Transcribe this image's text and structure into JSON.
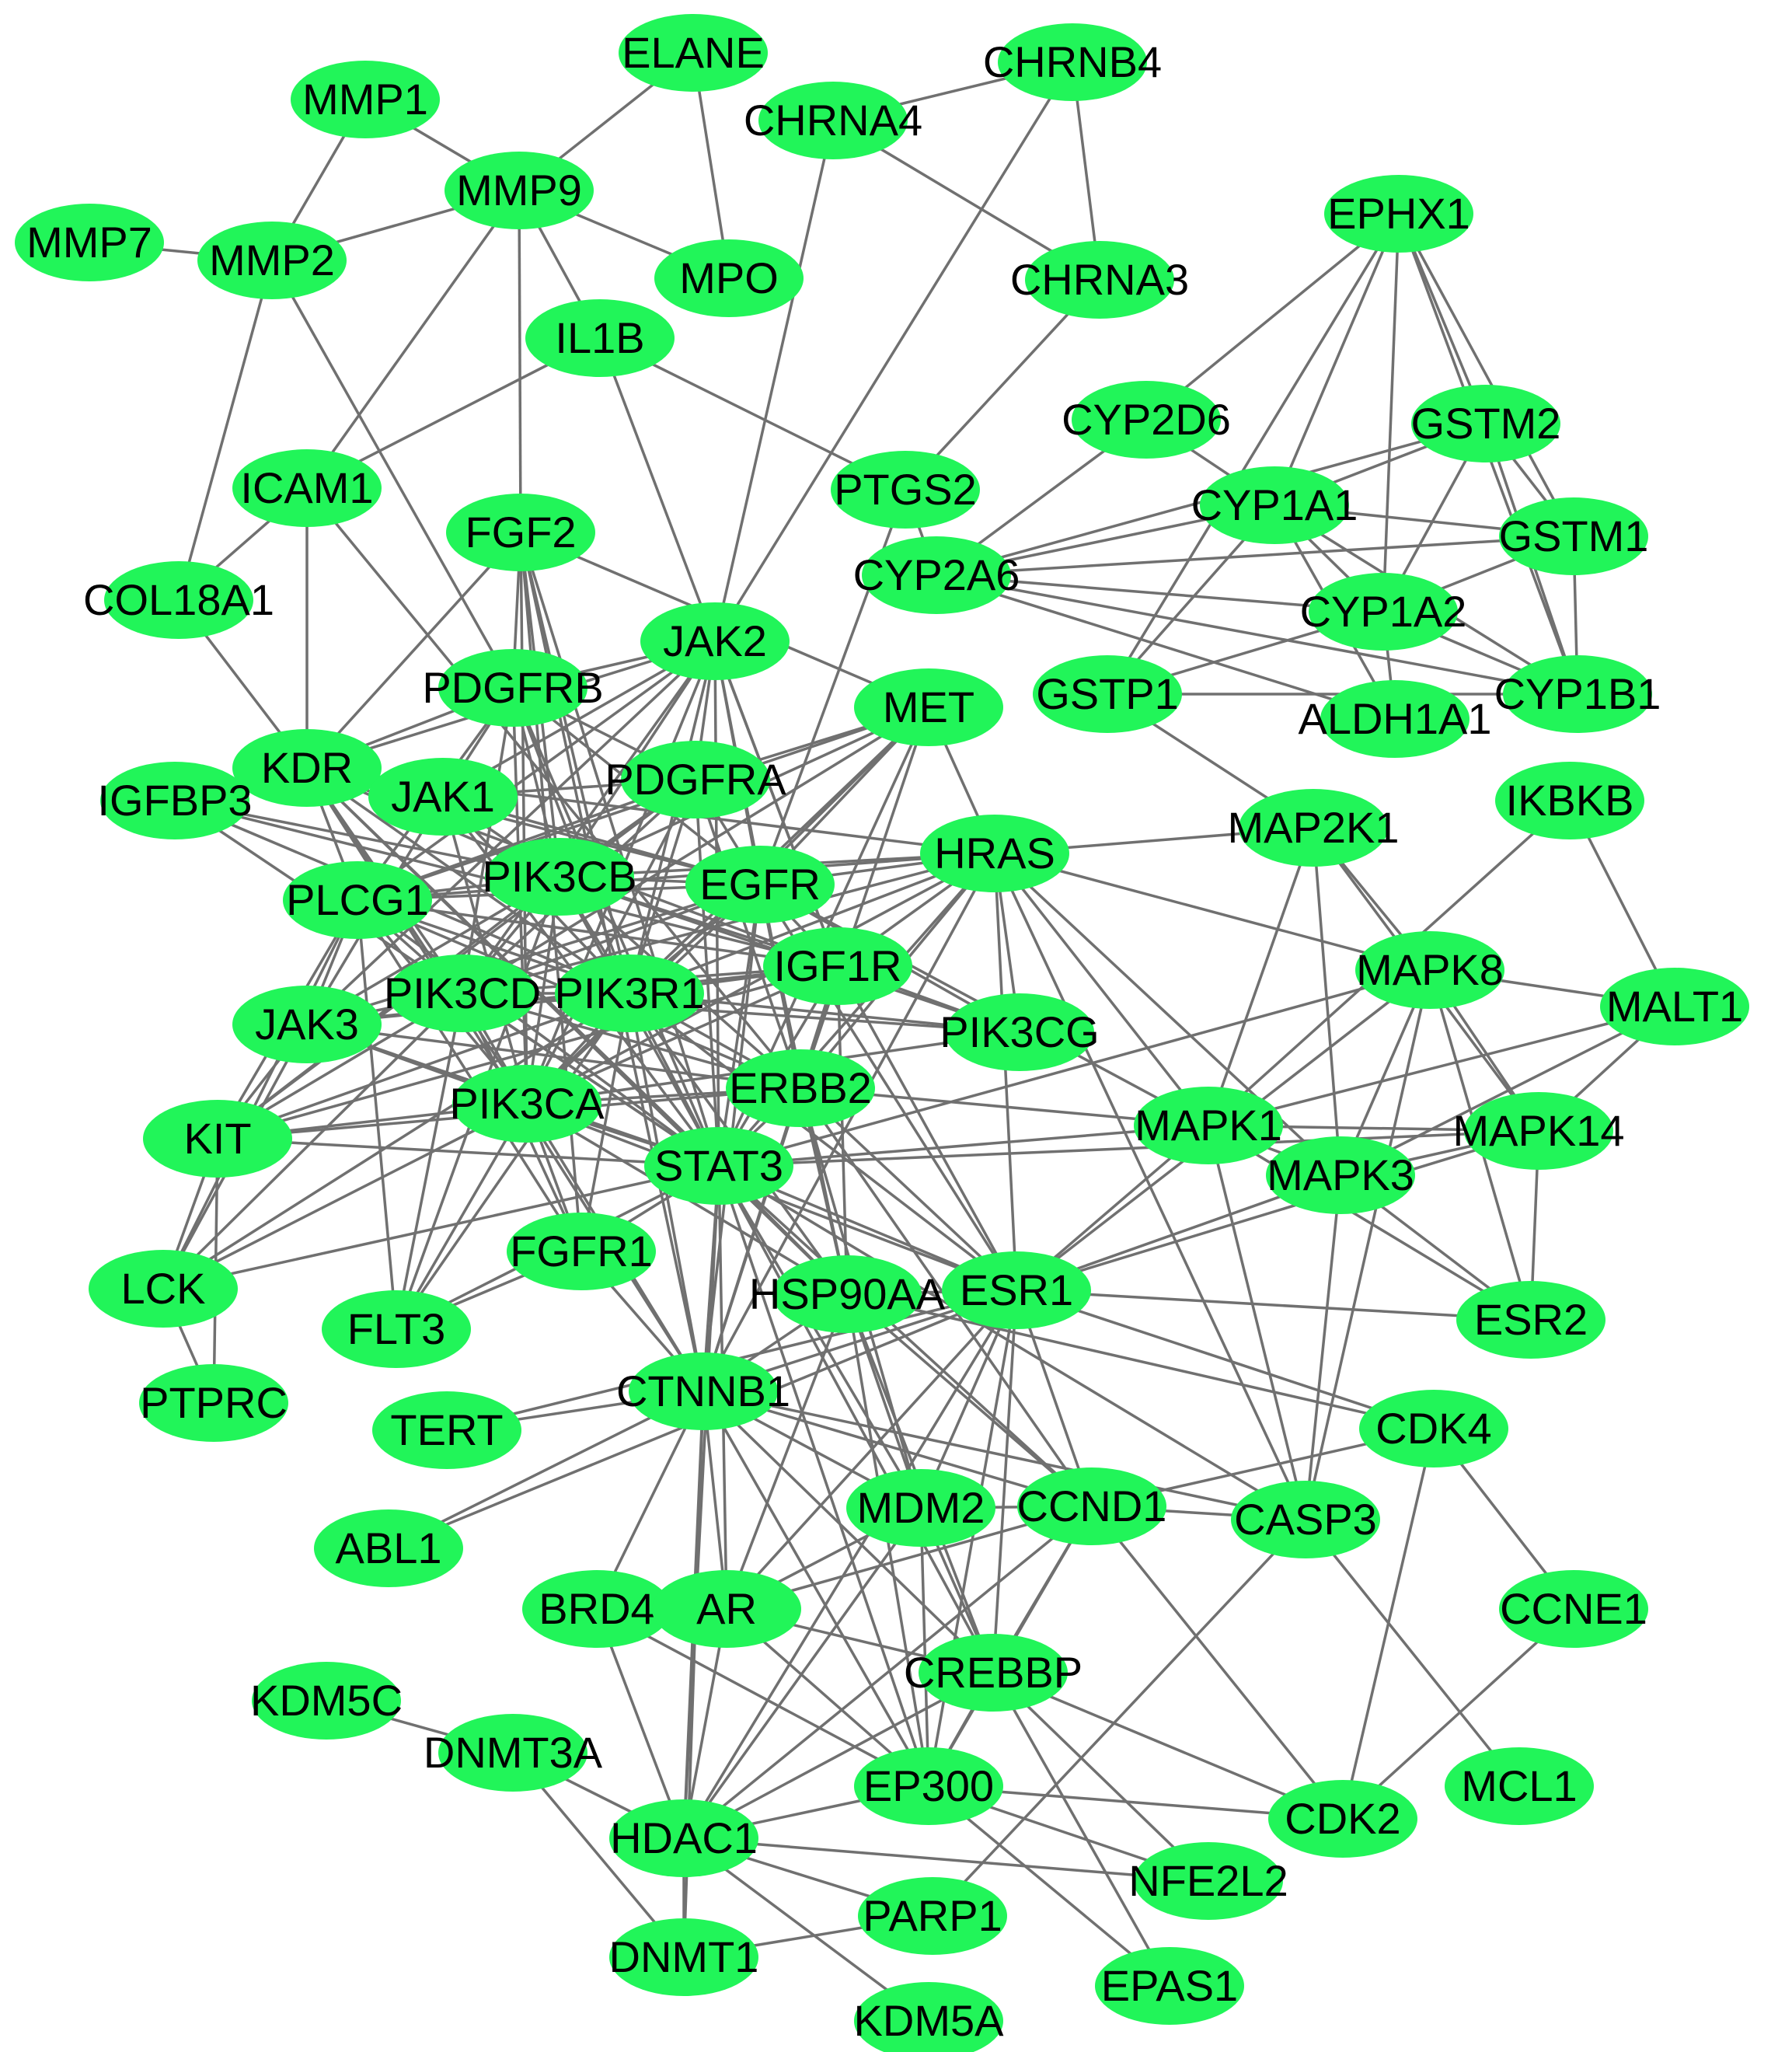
{
  "colors": {
    "node_fill": "#21f559",
    "edge": "#707070",
    "label": "#000000",
    "background": "#ffffff"
  },
  "nodes": [
    {
      "id": "MMP1",
      "label": "MMP1"
    },
    {
      "id": "ELANE",
      "label": "ELANE"
    },
    {
      "id": "CHRNB4",
      "label": "CHRNB4"
    },
    {
      "id": "CHRNA4",
      "label": "CHRNA4"
    },
    {
      "id": "MMP9",
      "label": "MMP9"
    },
    {
      "id": "MMP7",
      "label": "MMP7"
    },
    {
      "id": "MMP2",
      "label": "MMP2"
    },
    {
      "id": "MPO",
      "label": "MPO"
    },
    {
      "id": "CHRNA3",
      "label": "CHRNA3"
    },
    {
      "id": "EPHX1",
      "label": "EPHX1"
    },
    {
      "id": "IL1B",
      "label": "IL1B"
    },
    {
      "id": "CYP2D6",
      "label": "CYP2D6"
    },
    {
      "id": "GSTM2",
      "label": "GSTM2"
    },
    {
      "id": "ICAM1",
      "label": "ICAM1"
    },
    {
      "id": "PTGS2",
      "label": "PTGS2"
    },
    {
      "id": "CYP1A1",
      "label": "CYP1A1"
    },
    {
      "id": "FGF2",
      "label": "FGF2"
    },
    {
      "id": "GSTM1",
      "label": "GSTM1"
    },
    {
      "id": "CYP2A6",
      "label": "CYP2A6"
    },
    {
      "id": "COL18A1",
      "label": "COL18A1"
    },
    {
      "id": "CYP1A2",
      "label": "CYP1A2"
    },
    {
      "id": "JAK2",
      "label": "JAK2"
    },
    {
      "id": "MET",
      "label": "MET"
    },
    {
      "id": "PDGFRB",
      "label": "PDGFRB"
    },
    {
      "id": "GSTP1",
      "label": "GSTP1"
    },
    {
      "id": "CYP1B1",
      "label": "CYP1B1"
    },
    {
      "id": "ALDH1A1",
      "label": "ALDH1A1"
    },
    {
      "id": "KDR",
      "label": "KDR"
    },
    {
      "id": "JAK1",
      "label": "JAK1"
    },
    {
      "id": "PDGFRA",
      "label": "PDGFRA"
    },
    {
      "id": "IGFBP3",
      "label": "IGFBP3"
    },
    {
      "id": "IKBKB",
      "label": "IKBKB"
    },
    {
      "id": "MAP2K1",
      "label": "MAP2K1"
    },
    {
      "id": "HRAS",
      "label": "HRAS"
    },
    {
      "id": "PIK3CB",
      "label": "PIK3CB"
    },
    {
      "id": "EGFR",
      "label": "EGFR"
    },
    {
      "id": "PLCG1",
      "label": "PLCG1"
    },
    {
      "id": "IGF1R",
      "label": "IGF1R"
    },
    {
      "id": "MAPK8",
      "label": "MAPK8"
    },
    {
      "id": "MALT1",
      "label": "MALT1"
    },
    {
      "id": "PIK3CD",
      "label": "PIK3CD"
    },
    {
      "id": "PIK3R1",
      "label": "PIK3R1"
    },
    {
      "id": "JAK3",
      "label": "JAK3"
    },
    {
      "id": "PIK3CG",
      "label": "PIK3CG"
    },
    {
      "id": "ERBB2",
      "label": "ERBB2"
    },
    {
      "id": "PIK3CA",
      "label": "PIK3CA"
    },
    {
      "id": "MAPK1",
      "label": "MAPK1"
    },
    {
      "id": "MAPK14",
      "label": "MAPK14"
    },
    {
      "id": "KIT",
      "label": "KIT"
    },
    {
      "id": "STAT3",
      "label": "STAT3"
    },
    {
      "id": "MAPK3",
      "label": "MAPK3"
    },
    {
      "id": "FGFR1",
      "label": "FGFR1"
    },
    {
      "id": "LCK",
      "label": "LCK"
    },
    {
      "id": "HSP90AA",
      "label": "HSP90AA"
    },
    {
      "id": "ESR1",
      "label": "ESR1"
    },
    {
      "id": "ESR2",
      "label": "ESR2"
    },
    {
      "id": "FLT3",
      "label": "FLT3"
    },
    {
      "id": "PTPRC",
      "label": "PTPRC"
    },
    {
      "id": "CTNNB1",
      "label": "CTNNB1"
    },
    {
      "id": "TERT",
      "label": "TERT"
    },
    {
      "id": "CDK4",
      "label": "CDK4"
    },
    {
      "id": "MDM2",
      "label": "MDM2"
    },
    {
      "id": "CCND1",
      "label": "CCND1"
    },
    {
      "id": "CASP3",
      "label": "CASP3"
    },
    {
      "id": "ABL1",
      "label": "ABL1"
    },
    {
      "id": "BRD4",
      "label": "BRD4"
    },
    {
      "id": "AR",
      "label": "AR"
    },
    {
      "id": "CCNE1",
      "label": "CCNE1"
    },
    {
      "id": "CREBBP",
      "label": "CREBBP"
    },
    {
      "id": "KDM5C",
      "label": "KDM5C"
    },
    {
      "id": "DNMT3A",
      "label": "DNMT3A"
    },
    {
      "id": "MCL1",
      "label": "MCL1"
    },
    {
      "id": "EP300",
      "label": "EP300"
    },
    {
      "id": "CDK2",
      "label": "CDK2"
    },
    {
      "id": "HDAC1",
      "label": "HDAC1"
    },
    {
      "id": "NFE2L2",
      "label": "NFE2L2"
    },
    {
      "id": "PARP1",
      "label": "PARP1"
    },
    {
      "id": "DNMT1",
      "label": "DNMT1"
    },
    {
      "id": "EPAS1",
      "label": "EPAS1"
    },
    {
      "id": "KDM5A",
      "label": "KDM5A"
    }
  ],
  "edges": [
    [
      "MMP1",
      "MMP9"
    ],
    [
      "MMP1",
      "MMP2"
    ],
    [
      "ELANE",
      "MMP9"
    ],
    [
      "ELANE",
      "MPO"
    ],
    [
      "CHRNA4",
      "CHRNB4"
    ],
    [
      "CHRNB4",
      "CHRNA3"
    ],
    [
      "CHRNA4",
      "CHRNA3"
    ],
    [
      "MMP7",
      "MMP2"
    ],
    [
      "MMP2",
      "MMP9"
    ],
    [
      "MMP9",
      "MPO"
    ],
    [
      "MMP9",
      "IL1B"
    ],
    [
      "MMP9",
      "ICAM1"
    ],
    [
      "MMP9",
      "FGF2"
    ],
    [
      "MMP2",
      "COL18A1"
    ],
    [
      "MMP2",
      "PDGFRB"
    ],
    [
      "CHRNA4",
      "JAK2"
    ],
    [
      "CHRNB4",
      "JAK2"
    ],
    [
      "CHRNA3",
      "PTGS2"
    ],
    [
      "IL1B",
      "ICAM1"
    ],
    [
      "IL1B",
      "PTGS2"
    ],
    [
      "IL1B",
      "IGF1R"
    ],
    [
      "ICAM1",
      "COL18A1"
    ],
    [
      "ICAM1",
      "KDR"
    ],
    [
      "ICAM1",
      "ERBB2"
    ],
    [
      "COL18A1",
      "KDR"
    ],
    [
      "EPHX1",
      "CYP2D6"
    ],
    [
      "EPHX1",
      "GSTM2"
    ],
    [
      "EPHX1",
      "CYP1A1"
    ],
    [
      "EPHX1",
      "CYP1A2"
    ],
    [
      "EPHX1",
      "GSTM1"
    ],
    [
      "EPHX1",
      "CYP1B1"
    ],
    [
      "EPHX1",
      "GSTP1"
    ],
    [
      "CYP2D6",
      "CYP2A6"
    ],
    [
      "CYP2D6",
      "CYP1A1"
    ],
    [
      "GSTM2",
      "GSTM1"
    ],
    [
      "GSTM2",
      "CYP1A1"
    ],
    [
      "GSTM2",
      "CYP1A2"
    ],
    [
      "GSTM2",
      "CYP1B1"
    ],
    [
      "GSTM2",
      "CYP2A6"
    ],
    [
      "CYP1A1",
      "CYP1A2"
    ],
    [
      "CYP1A1",
      "CYP1B1"
    ],
    [
      "CYP1A1",
      "GSTM1"
    ],
    [
      "CYP1A1",
      "ALDH1A1"
    ],
    [
      "CYP1A1",
      "CYP2A6"
    ],
    [
      "CYP1A1",
      "GSTP1"
    ],
    [
      "CYP1A2",
      "CYP1B1"
    ],
    [
      "CYP1A2",
      "GSTM1"
    ],
    [
      "CYP1A2",
      "ALDH1A1"
    ],
    [
      "CYP1A2",
      "CYP2A6"
    ],
    [
      "CYP1A2",
      "GSTP1"
    ],
    [
      "GSTM1",
      "CYP1B1"
    ],
    [
      "GSTM1",
      "CYP2A6"
    ],
    [
      "CYP2A6",
      "ALDH1A1"
    ],
    [
      "CYP2A6",
      "CYP1B1"
    ],
    [
      "GSTP1",
      "CYP1B1"
    ],
    [
      "GSTP1",
      "MAP2K1"
    ],
    [
      "PTGS2",
      "EGFR"
    ],
    [
      "PTGS2",
      "CYP2A6"
    ],
    [
      "FGF2",
      "PDGFRB"
    ],
    [
      "FGF2",
      "PIK3CB"
    ],
    [
      "FGF2",
      "FGFR1"
    ],
    [
      "FGF2",
      "KDR"
    ],
    [
      "FGF2",
      "STAT3"
    ],
    [
      "FGF2",
      "MET"
    ],
    [
      "FGF2",
      "PIK3R1"
    ],
    [
      "FGF2",
      "PIK3CA"
    ],
    [
      "FGF2",
      "CTNNB1"
    ],
    [
      "JAK2",
      "PDGFRB"
    ],
    [
      "JAK2",
      "JAK1"
    ],
    [
      "JAK2",
      "PDGFRA"
    ],
    [
      "JAK2",
      "PIK3CB"
    ],
    [
      "JAK2",
      "EGFR"
    ],
    [
      "JAK2",
      "PIK3R1"
    ],
    [
      "JAK2",
      "STAT3"
    ],
    [
      "JAK2",
      "JAK3"
    ],
    [
      "JAK2",
      "KDR"
    ],
    [
      "JAK2",
      "PIK3CD"
    ],
    [
      "JAK2",
      "PIK3CA"
    ],
    [
      "JAK2",
      "PLCG1"
    ],
    [
      "JAK2",
      "ERBB2"
    ],
    [
      "JAK2",
      "IGF1R"
    ],
    [
      "MET",
      "HRAS"
    ],
    [
      "MET",
      "PIK3R1"
    ],
    [
      "MET",
      "PIK3CB"
    ],
    [
      "MET",
      "PIK3CA"
    ],
    [
      "MET",
      "STAT3"
    ],
    [
      "MET",
      "EGFR"
    ],
    [
      "MET",
      "PLCG1"
    ],
    [
      "MET",
      "ERBB2"
    ],
    [
      "MET",
      "PDGFRA"
    ],
    [
      "MET",
      "PIK3CD"
    ],
    [
      "PDGFRB",
      "PDGFRA"
    ],
    [
      "PDGFRB",
      "PIK3CB"
    ],
    [
      "PDGFRB",
      "PIK3R1"
    ],
    [
      "PDGFRB",
      "PLCG1"
    ],
    [
      "PDGFRB",
      "STAT3"
    ],
    [
      "PDGFRB",
      "KDR"
    ],
    [
      "PDGFRB",
      "JAK1"
    ],
    [
      "PDGFRB",
      "PIK3CA"
    ],
    [
      "PDGFRB",
      "PIK3CD"
    ],
    [
      "PDGFRB",
      "EGFR"
    ],
    [
      "KDR",
      "PIK3CB"
    ],
    [
      "KDR",
      "PIK3R1"
    ],
    [
      "KDR",
      "PLCG1"
    ],
    [
      "KDR",
      "PIK3CA"
    ],
    [
      "KDR",
      "PIK3CD"
    ],
    [
      "KDR",
      "STAT3"
    ],
    [
      "KDR",
      "IGF1R"
    ],
    [
      "KDR",
      "EGFR"
    ],
    [
      "KDR",
      "JAK1"
    ],
    [
      "KDR",
      "HRAS"
    ],
    [
      "KDR",
      "HSP90AA"
    ],
    [
      "KDR",
      "CTNNB1"
    ],
    [
      "JAK1",
      "PIK3CB"
    ],
    [
      "JAK1",
      "STAT3"
    ],
    [
      "JAK1",
      "JAK3"
    ],
    [
      "JAK1",
      "PIK3R1"
    ],
    [
      "JAK1",
      "EGFR"
    ],
    [
      "JAK1",
      "PDGFRA"
    ],
    [
      "JAK1",
      "PIK3CA"
    ],
    [
      "PDGFRA",
      "PIK3CB"
    ],
    [
      "PDGFRA",
      "PIK3R1"
    ],
    [
      "PDGFRA",
      "PLCG1"
    ],
    [
      "PDGFRA",
      "STAT3"
    ],
    [
      "PDGFRA",
      "EGFR"
    ],
    [
      "PDGFRA",
      "PIK3CA"
    ],
    [
      "PDGFRA",
      "PIK3CD"
    ],
    [
      "PDGFRA",
      "KIT"
    ],
    [
      "PDGFRA",
      "ERBB2"
    ],
    [
      "IGFBP3",
      "PIK3CB"
    ],
    [
      "IGFBP3",
      "IGF1R"
    ],
    [
      "IGFBP3",
      "PIK3R1"
    ],
    [
      "IGFBP3",
      "STAT3"
    ],
    [
      "HRAS",
      "MAP2K1"
    ],
    [
      "HRAS",
      "PIK3CB"
    ],
    [
      "HRAS",
      "EGFR"
    ],
    [
      "HRAS",
      "PIK3R1"
    ],
    [
      "HRAS",
      "PIK3CG"
    ],
    [
      "HRAS",
      "PIK3CA"
    ],
    [
      "HRAS",
      "PIK3CD"
    ],
    [
      "HRAS",
      "IGF1R"
    ],
    [
      "HRAS",
      "ERBB2"
    ],
    [
      "HRAS",
      "MAPK8"
    ],
    [
      "HRAS",
      "MAPK1"
    ],
    [
      "HRAS",
      "MAPK3"
    ],
    [
      "HRAS",
      "ESR1"
    ],
    [
      "HRAS",
      "PLCG1"
    ],
    [
      "HRAS",
      "STAT3"
    ],
    [
      "HRAS",
      "CTNNB1"
    ],
    [
      "HRAS",
      "CASP3"
    ],
    [
      "PIK3CB",
      "EGFR"
    ],
    [
      "PIK3CB",
      "PIK3R1"
    ],
    [
      "PIK3CB",
      "PIK3CD"
    ],
    [
      "PIK3CB",
      "PIK3CA"
    ],
    [
      "PIK3CB",
      "PLCG1"
    ],
    [
      "PIK3CB",
      "JAK3"
    ],
    [
      "PIK3CB",
      "KIT"
    ],
    [
      "PIK3CB",
      "IGF1R"
    ],
    [
      "PIK3CB",
      "ERBB2"
    ],
    [
      "PIK3CB",
      "STAT3"
    ],
    [
      "PIK3CB",
      "FLT3"
    ],
    [
      "PIK3CB",
      "PIK3CG"
    ],
    [
      "EGFR",
      "PIK3R1"
    ],
    [
      "EGFR",
      "PIK3CA"
    ],
    [
      "EGFR",
      "PIK3CD"
    ],
    [
      "EGFR",
      "PLCG1"
    ],
    [
      "EGFR",
      "ERBB2"
    ],
    [
      "EGFR",
      "STAT3"
    ],
    [
      "EGFR",
      "IGF1R"
    ],
    [
      "EGFR",
      "ESR1"
    ],
    [
      "EGFR",
      "HSP90AA"
    ],
    [
      "EGFR",
      "CTNNB1"
    ],
    [
      "EGFR",
      "PIK3CG"
    ],
    [
      "EGFR",
      "MAPK1"
    ],
    [
      "EGFR",
      "JAK3"
    ],
    [
      "PLCG1",
      "PIK3R1"
    ],
    [
      "PLCG1",
      "PIK3CD"
    ],
    [
      "PLCG1",
      "PIK3CA"
    ],
    [
      "PLCG1",
      "IGF1R"
    ],
    [
      "PLCG1",
      "KIT"
    ],
    [
      "PLCG1",
      "JAK3"
    ],
    [
      "PLCG1",
      "ERBB2"
    ],
    [
      "PLCG1",
      "STAT3"
    ],
    [
      "PLCG1",
      "FGFR1"
    ],
    [
      "PLCG1",
      "LCK"
    ],
    [
      "PLCG1",
      "FLT3"
    ],
    [
      "IGF1R",
      "PIK3R1"
    ],
    [
      "IGF1R",
      "PIK3CA"
    ],
    [
      "IGF1R",
      "PIK3CD"
    ],
    [
      "IGF1R",
      "ERBB2"
    ],
    [
      "IGF1R",
      "STAT3"
    ],
    [
      "IGF1R",
      "PIK3CG"
    ],
    [
      "IGF1R",
      "ESR1"
    ],
    [
      "IGF1R",
      "HSP90AA"
    ],
    [
      "IGF1R",
      "JAK3"
    ],
    [
      "IGF1R",
      "KIT"
    ],
    [
      "IGF1R",
      "CTNNB1"
    ],
    [
      "PIK3CD",
      "PIK3R1"
    ],
    [
      "PIK3CD",
      "PIK3CA"
    ],
    [
      "PIK3CD",
      "JAK3"
    ],
    [
      "PIK3CD",
      "KIT"
    ],
    [
      "PIK3CD",
      "STAT3"
    ],
    [
      "PIK3CD",
      "ERBB2"
    ],
    [
      "PIK3CD",
      "LCK"
    ],
    [
      "PIK3CD",
      "FLT3"
    ],
    [
      "PIK3CD",
      "PIK3CG"
    ],
    [
      "PIK3CD",
      "FGFR1"
    ],
    [
      "PIK3R1",
      "PIK3CA"
    ],
    [
      "PIK3R1",
      "JAK3"
    ],
    [
      "PIK3R1",
      "KIT"
    ],
    [
      "PIK3R1",
      "ERBB2"
    ],
    [
      "PIK3R1",
      "STAT3"
    ],
    [
      "PIK3R1",
      "PIK3CG"
    ],
    [
      "PIK3R1",
      "FLT3"
    ],
    [
      "PIK3R1",
      "FGFR1"
    ],
    [
      "PIK3R1",
      "CTNNB1"
    ],
    [
      "PIK3R1",
      "ESR1"
    ],
    [
      "PIK3R1",
      "LCK"
    ],
    [
      "PIK3R1",
      "HSP90AA"
    ],
    [
      "JAK3",
      "STAT3"
    ],
    [
      "JAK3",
      "PIK3CA"
    ],
    [
      "JAK3",
      "KIT"
    ],
    [
      "JAK3",
      "LCK"
    ],
    [
      "JAK3",
      "ERBB2"
    ],
    [
      "PIK3CA",
      "ERBB2"
    ],
    [
      "PIK3CA",
      "STAT3"
    ],
    [
      "PIK3CA",
      "KIT"
    ],
    [
      "PIK3CA",
      "FLT3"
    ],
    [
      "PIK3CA",
      "FGFR1"
    ],
    [
      "PIK3CA",
      "PIK3CG"
    ],
    [
      "PIK3CA",
      "CTNNB1"
    ],
    [
      "PIK3CA",
      "ESR1"
    ],
    [
      "PIK3CA",
      "HSP90AA"
    ],
    [
      "PIK3CA",
      "LCK"
    ],
    [
      "ERBB2",
      "STAT3"
    ],
    [
      "ERBB2",
      "ESR1"
    ],
    [
      "ERBB2",
      "HSP90AA"
    ],
    [
      "ERBB2",
      "CTNNB1"
    ],
    [
      "ERBB2",
      "MDM2"
    ],
    [
      "ERBB2",
      "CCND1"
    ],
    [
      "ERBB2",
      "MAPK1"
    ],
    [
      "ERBB2",
      "KIT"
    ],
    [
      "KIT",
      "STAT3"
    ],
    [
      "KIT",
      "LCK"
    ],
    [
      "KIT",
      "PTPRC"
    ],
    [
      "STAT3",
      "MAPK1"
    ],
    [
      "STAT3",
      "ESR1"
    ],
    [
      "STAT3",
      "HSP90AA"
    ],
    [
      "STAT3",
      "CTNNB1"
    ],
    [
      "STAT3",
      "LCK"
    ],
    [
      "STAT3",
      "FGFR1"
    ],
    [
      "STAT3",
      "FLT3"
    ],
    [
      "STAT3",
      "CCND1"
    ],
    [
      "STAT3",
      "MDM2"
    ],
    [
      "STAT3",
      "EP300"
    ],
    [
      "STAT3",
      "CREBBP"
    ],
    [
      "STAT3",
      "HDAC1"
    ],
    [
      "STAT3",
      "AR"
    ],
    [
      "STAT3",
      "CASP3"
    ],
    [
      "STAT3",
      "MAPK8"
    ],
    [
      "STAT3",
      "MAPK14"
    ],
    [
      "FGFR1",
      "FLT3"
    ],
    [
      "FGFR1",
      "CTNNB1"
    ],
    [
      "LCK",
      "PTPRC"
    ],
    [
      "MAP2K1",
      "MAPK1"
    ],
    [
      "MAP2K1",
      "MAPK3"
    ],
    [
      "MAP2K1",
      "MAPK8"
    ],
    [
      "MAP2K1",
      "MAPK14"
    ],
    [
      "IKBKB",
      "MALT1"
    ],
    [
      "IKBKB",
      "MAPK1"
    ],
    [
      "MAPK8",
      "MALT1"
    ],
    [
      "MAPK8",
      "MAPK14"
    ],
    [
      "MAPK8",
      "MAPK3"
    ],
    [
      "MAPK8",
      "ESR2"
    ],
    [
      "MAPK8",
      "CASP3"
    ],
    [
      "MAPK8",
      "ESR1"
    ],
    [
      "MALT1",
      "MAPK14"
    ],
    [
      "MALT1",
      "MAPK1"
    ],
    [
      "MALT1",
      "MAPK3"
    ],
    [
      "MAPK1",
      "MAPK14"
    ],
    [
      "MAPK1",
      "MAPK3"
    ],
    [
      "MAPK1",
      "ESR1"
    ],
    [
      "MAPK1",
      "ESR2"
    ],
    [
      "MAPK1",
      "CASP3"
    ],
    [
      "MAPK14",
      "MAPK3"
    ],
    [
      "MAPK14",
      "ESR2"
    ],
    [
      "MAPK14",
      "ESR1"
    ],
    [
      "MAPK3",
      "ESR1"
    ],
    [
      "MAPK3",
      "CASP3"
    ],
    [
      "MAPK3",
      "ESR2"
    ],
    [
      "HSP90AA",
      "ESR1"
    ],
    [
      "HSP90AA",
      "CTNNB1"
    ],
    [
      "HSP90AA",
      "MDM2"
    ],
    [
      "HSP90AA",
      "AR"
    ],
    [
      "HSP90AA",
      "CDK4"
    ],
    [
      "HSP90AA",
      "CCND1"
    ],
    [
      "HSP90AA",
      "CREBBP"
    ],
    [
      "HSP90AA",
      "EP300"
    ],
    [
      "ESR1",
      "ESR2"
    ],
    [
      "ESR1",
      "CTNNB1"
    ],
    [
      "ESR1",
      "MDM2"
    ],
    [
      "ESR1",
      "CCND1"
    ],
    [
      "ESR1",
      "AR"
    ],
    [
      "ESR1",
      "CREBBP"
    ],
    [
      "ESR1",
      "EP300"
    ],
    [
      "ESR1",
      "HDAC1"
    ],
    [
      "ESR1",
      "CDK4"
    ],
    [
      "ESR1",
      "TERT"
    ],
    [
      "ESR1",
      "ABL1"
    ],
    [
      "CTNNB1",
      "TERT"
    ],
    [
      "CTNNB1",
      "ABL1"
    ],
    [
      "CTNNB1",
      "MDM2"
    ],
    [
      "CTNNB1",
      "CCND1"
    ],
    [
      "CTNNB1",
      "AR"
    ],
    [
      "CTNNB1",
      "CREBBP"
    ],
    [
      "CTNNB1",
      "EP300"
    ],
    [
      "CTNNB1",
      "HDAC1"
    ],
    [
      "CTNNB1",
      "CASP3"
    ],
    [
      "CTNNB1",
      "DNMT1"
    ],
    [
      "CTNNB1",
      "BRD4"
    ],
    [
      "MDM2",
      "CCND1"
    ],
    [
      "MDM2",
      "AR"
    ],
    [
      "MDM2",
      "CREBBP"
    ],
    [
      "MDM2",
      "EP300"
    ],
    [
      "MDM2",
      "HDAC1"
    ],
    [
      "CCND1",
      "CDK4"
    ],
    [
      "CCND1",
      "CASP3"
    ],
    [
      "CCND1",
      "CDK2"
    ],
    [
      "CCND1",
      "AR"
    ],
    [
      "CCND1",
      "CREBBP"
    ],
    [
      "CCND1",
      "EP300"
    ],
    [
      "CCND1",
      "HDAC1"
    ],
    [
      "CDK4",
      "CCNE1"
    ],
    [
      "CDK4",
      "CDK2"
    ],
    [
      "CASP3",
      "MCL1"
    ],
    [
      "CASP3",
      "PARP1"
    ],
    [
      "CCNE1",
      "CDK2"
    ],
    [
      "AR",
      "CREBBP"
    ],
    [
      "AR",
      "EP300"
    ],
    [
      "AR",
      "HDAC1"
    ],
    [
      "AR",
      "BRD4"
    ],
    [
      "BRD4",
      "EP300"
    ],
    [
      "BRD4",
      "HDAC1"
    ],
    [
      "CREBBP",
      "EP300"
    ],
    [
      "CREBBP",
      "HDAC1"
    ],
    [
      "CREBBP",
      "CDK2"
    ],
    [
      "CREBBP",
      "NFE2L2"
    ],
    [
      "CREBBP",
      "EPAS1"
    ],
    [
      "EP300",
      "HDAC1"
    ],
    [
      "EP300",
      "CDK2"
    ],
    [
      "EP300",
      "NFE2L2"
    ],
    [
      "EP300",
      "EPAS1"
    ],
    [
      "KDM5C",
      "DNMT3A"
    ],
    [
      "DNMT3A",
      "HDAC1"
    ],
    [
      "DNMT3A",
      "DNMT1"
    ],
    [
      "HDAC1",
      "DNMT1"
    ],
    [
      "HDAC1",
      "PARP1"
    ],
    [
      "HDAC1",
      "KDM5A"
    ],
    [
      "HDAC1",
      "NFE2L2"
    ],
    [
      "PARP1",
      "DNMT1"
    ]
  ]
}
